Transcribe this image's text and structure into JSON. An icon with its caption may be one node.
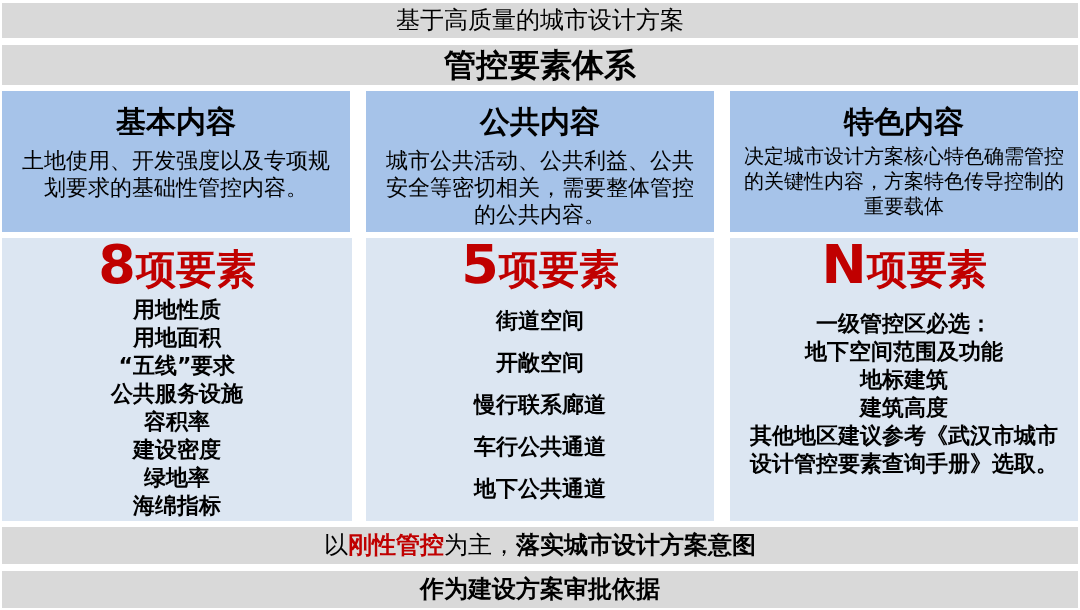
{
  "diagram": {
    "nodes": [
      {
        "text": [
          "基于高质量的城市设计方案"
        ]
      },
      {
        "text": [
          "管控要素体系"
        ]
      },
      {
        "text": [
          "基本内容",
          "土地使用、开发强度以及专项规划要求的基础性管控内容。"
        ]
      },
      {
        "text": [
          "公共内容",
          "城市公共活动、公共利益、公共安全等密切相关，需要整体管控的公共内容。"
        ]
      },
      {
        "text": [
          "特色内容",
          "决定城市设计方案核心特色确需管控的关键性内容，方案特色传导控制的重要载体"
        ]
      },
      {
        "text": [
          "8项要素",
          "用地性质",
          "用地面积",
          "“五线”要求",
          "公共服务设施",
          "容积率",
          "建设密度",
          "绿地率",
          "海绵指标"
        ]
      },
      {
        "text": [
          "5项要素",
          "街道空间",
          "开敞空间",
          "慢行联系廊道",
          "车行公共通道",
          "地下公共通道"
        ]
      },
      {
        "text": [
          "N项要素",
          "一级管控区必选：",
          "地下空间范围及功能",
          "地标建筑",
          "建筑高度",
          "其他地区建议参考《武汉市城市设计管控要素查询手册》选取。"
        ]
      },
      {
        "text": [
          "以**刚性管控**为主，**落实城市设计方案意图**"
        ]
      },
      {
        "text": [
          "作为建设方案审批依据"
        ]
      }
    ]
  }
}
